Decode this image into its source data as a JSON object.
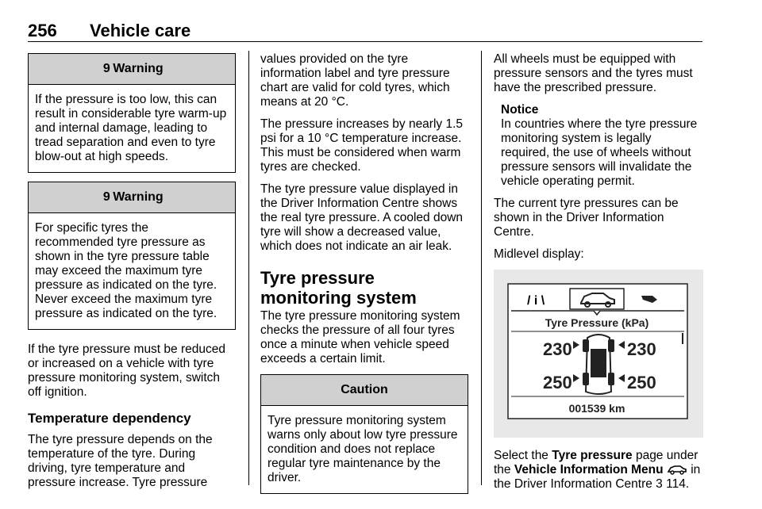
{
  "header": {
    "page_number": "256",
    "title": "Vehicle care"
  },
  "col1": {
    "warning1": {
      "symbol": "9",
      "title": "Warning",
      "text": "If the pressure is too low, this can result in considerable tyre warm-up and internal damage, leading to tread separation and even to tyre blow-out at high speeds."
    },
    "warning2": {
      "symbol": "9",
      "title": "Warning",
      "text": "For specific tyres the recommended tyre pressure as shown in the tyre pressure table may exceed the maximum tyre pressure as indicated on the tyre. Never exceed the maximum tyre pressure as indicated on the tyre."
    },
    "para1": "If the tyre pressure must be reduced or increased on a vehicle with tyre pressure monitoring system, switch off ignition.",
    "heading": "Temperature dependency",
    "para2": "The tyre pressure depends on the temperature of the tyre. During driving, tyre temperature and pressure increase. Tyre pressure"
  },
  "col2": {
    "para1": "values provided on the tyre information label and tyre pressure chart are valid for cold tyres, which means at 20 °C.",
    "para2": "The pressure increases by nearly 1.5 psi for a 10 °C temperature increase. This must be considered when warm tyres are checked.",
    "para3": "The tyre pressure value displayed in the Driver Information Centre shows the real tyre pressure. A cooled down tyre will show a decreased value, which does not indicate an air leak.",
    "heading": "Tyre pressure monitoring system",
    "para4": "The tyre pressure monitoring system checks the pressure of all four tyres once a minute when vehicle speed exceeds a certain limit.",
    "caution": {
      "title": "Caution",
      "text": "Tyre pressure monitoring system warns only about low tyre pressure condition and does not replace regular tyre maintenance by the driver."
    }
  },
  "col3": {
    "para1": "All wheels must be equipped with pressure sensors and the tyres must have the prescribed pressure.",
    "notice_title": "Notice",
    "notice_text": "In countries where the tyre pressure monitoring system is legally required, the use of wheels without pressure sensors will invalidate the vehicle operating permit.",
    "para2": "The current tyre pressures can be shown in the Driver Information Centre.",
    "para3": "Midlevel display:",
    "display": {
      "tab1_icon": "/ i \\",
      "title": "Tyre Pressure (kPa)",
      "front_left": "230",
      "front_right": "230",
      "rear_left": "250",
      "rear_right": "250",
      "odometer": "001539 km"
    },
    "final_pre": "Select the ",
    "final_b1": "Tyre pressure",
    "final_mid1": " page under the ",
    "final_b2": "Vehicle Information Menu",
    "final_mid2": " in the Driver Information Centre ",
    "final_ref": "3",
    "final_page": " 114."
  },
  "colors": {
    "box_header_bg": "#d0d0d0",
    "display_bg": "#e8e8e8"
  }
}
